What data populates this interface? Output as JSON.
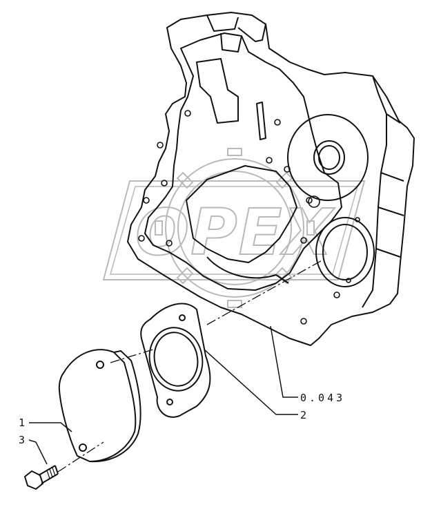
{
  "callouts": [
    {
      "id": "1",
      "label": "1"
    },
    {
      "id": "2",
      "label": "2"
    },
    {
      "id": "3",
      "label": "3"
    }
  ],
  "reference_label": "0.043",
  "watermark_text": "OPEX",
  "colors": {
    "line": "#111111",
    "watermark": "#b9b9b9",
    "background": "#ffffff"
  }
}
